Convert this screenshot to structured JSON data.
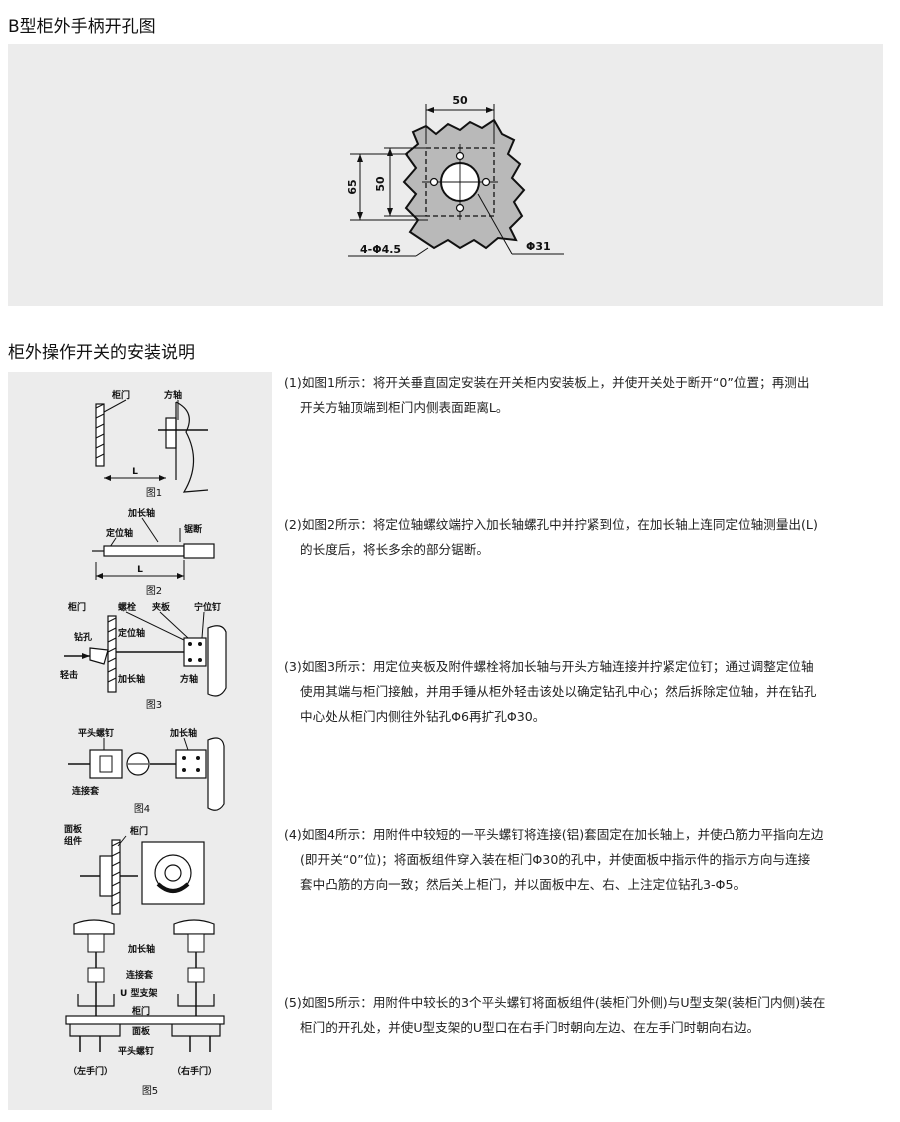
{
  "section1": {
    "title": "B型柜外手柄开孔图",
    "drawing": {
      "dim_width": "50",
      "dim_height_outer": "65",
      "dim_height_inner": "50",
      "hole_label": "4-Φ4.5",
      "center_label": "Φ31"
    }
  },
  "section2": {
    "title": "柜外操作开关的安装说明",
    "figures": [
      {
        "caption": "图1",
        "labels": {
          "door": "柜门",
          "shaft": "方轴",
          "length": "L"
        }
      },
      {
        "caption": "图2",
        "labels": {
          "ext": "加长轴",
          "pin": "定位轴",
          "saw": "锯断",
          "length": "L"
        }
      },
      {
        "caption": "图3",
        "labels": {
          "door": "柜门",
          "bolt": "螺栓",
          "clamp": "夹板",
          "screw": "宁位钉",
          "drill": "钻孔",
          "pin": "定位轴",
          "tap": "轻击",
          "ext": "加长轴",
          "shaft": "方轴"
        }
      },
      {
        "caption": "图4",
        "labels": {
          "flat": "平头螺钉",
          "ext": "加长轴",
          "sleeve": "连接套"
        }
      },
      {
        "caption": "图5",
        "labels": {
          "panel": "面板",
          "assy": "组件",
          "door": "柜门",
          "ext": "加长轴",
          "sleeve": "连接套",
          "ubracket": "U 型支架",
          "door2": "柜门",
          "panel2": "面板",
          "flat": "平头螺钉",
          "left": "（左手门）",
          "right": "（右手门）"
        }
      }
    ],
    "steps": [
      {
        "line1": "(1)如图1所示：将开关垂直固定安装在开关柜内安装板上，并使开关处于断开“0”位置；再测出",
        "line2": "开关方轴顶端到柜门内侧表面距离L。"
      },
      {
        "line1": "(2)如图2所示：将定位轴螺纹端拧入加长轴螺孔中并拧紧到位，在加长轴上连同定位轴测量出(L)",
        "line2": "的长度后，将长多余的部分锯断。"
      },
      {
        "line1": "(3)如图3所示：用定位夹板及附件螺栓将加长轴与开头方轴连接并拧紧定位钉；通过调整定位轴",
        "line2": "使用其端与柜门接触，并用手锤从柜外轻击该处以确定钻孔中心；然后拆除定位轴，并在钻孔",
        "line3": "中心处从柜门内侧往外钻孔Φ6再扩孔Φ30。"
      },
      {
        "line1": "(4)如图4所示：用附件中较短的一平头螺钉将连接(铝)套固定在加长轴上，并使凸筋力平指向左边",
        "line2": "(即开关“0”位)；将面板组件穿入装在柜门Φ30的孔中，并使面板中指示件的指示方向与连接",
        "line3": "套中凸筋的方向一致；然后关上柜门，并以面板中左、右、上注定位钻孔3-Φ5。"
      },
      {
        "line1": "(5)如图5所示：用附件中较长的3个平头螺钉将面板组件(装柜门外侧)与U型支架(装柜门内侧)装在",
        "line2": "柜门的开孔处，并使U型支架的U型口在右手门时朝向左边、在左手门时朝向右边。"
      }
    ]
  }
}
